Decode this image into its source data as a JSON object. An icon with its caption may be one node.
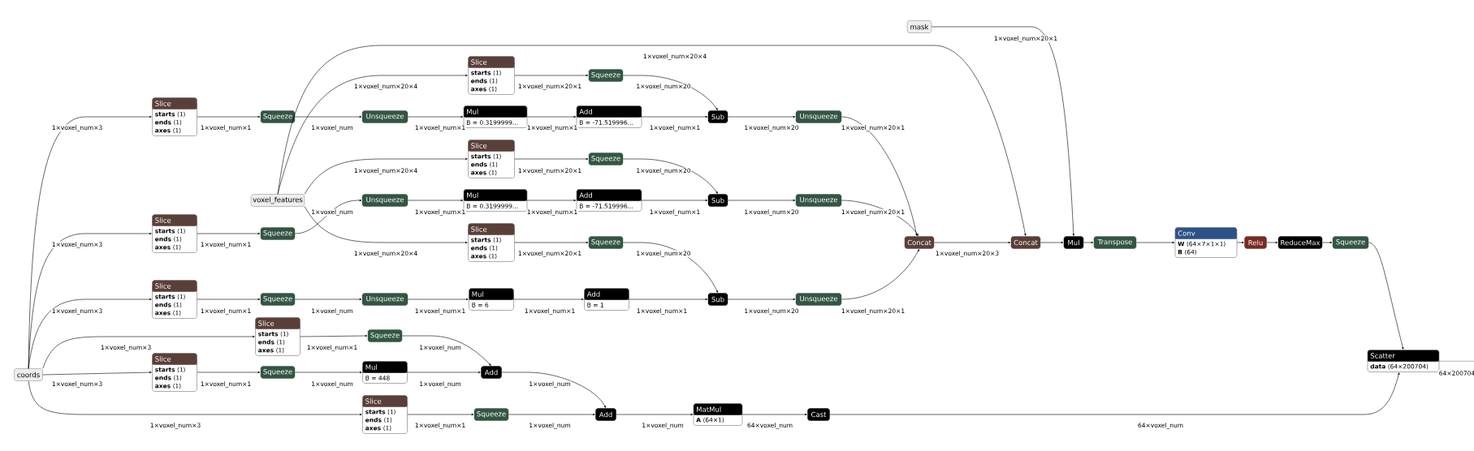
{
  "diagram": {
    "nodes": [
      {
        "text": [
          "coords"
        ]
      },
      {
        "text": [
          "Slice",
          "**starts** ⟨1⟩",
          "**ends** ⟨1⟩",
          "**axes** ⟨1⟩"
        ]
      },
      {
        "text": [
          "Slice",
          "**starts** ⟨1⟩",
          "**ends** ⟨1⟩",
          "**axes** ⟨1⟩"
        ]
      },
      {
        "text": [
          "Slice",
          "**starts** ⟨1⟩",
          "**ends** ⟨1⟩",
          "**axes** ⟨1⟩"
        ]
      },
      {
        "text": [
          "Slice",
          "**starts** ⟨1⟩",
          "**ends** ⟨1⟩",
          "**axes** ⟨1⟩"
        ]
      },
      {
        "text": [
          "Slice",
          "**starts** ⟨1⟩",
          "**ends** ⟨1⟩",
          "**axes** ⟨1⟩"
        ]
      },
      {
        "text": [
          "Slice",
          "**starts** ⟨1⟩",
          "**ends** ⟨1⟩",
          "**axes** ⟨1⟩"
        ]
      },
      {
        "text": [
          "Squeeze"
        ]
      },
      {
        "text": [
          "Squeeze"
        ]
      },
      {
        "text": [
          "Squeeze"
        ]
      },
      {
        "text": [
          "Squeeze"
        ]
      },
      {
        "text": [
          "Squeeze"
        ]
      },
      {
        "text": [
          "Squeeze"
        ]
      },
      {
        "text": [
          "voxel_features"
        ]
      },
      {
        "text": [
          "Unsqueeze"
        ]
      },
      {
        "text": [
          "Unsqueeze"
        ]
      },
      {
        "text": [
          "Unsqueeze"
        ]
      },
      {
        "text": [
          "Mul",
          "B = 0.3199999..."
        ]
      },
      {
        "text": [
          "Mul",
          "B = 0.3199999..."
        ]
      },
      {
        "text": [
          "Mul",
          "B = 6"
        ]
      },
      {
        "text": [
          "Mul",
          "B = 448"
        ]
      },
      {
        "text": [
          "Slice",
          "**starts** ⟨1⟩",
          "**ends** ⟨1⟩",
          "**axes** ⟨1⟩"
        ]
      },
      {
        "text": [
          "Slice",
          "**starts** ⟨1⟩",
          "**ends** ⟨1⟩",
          "**axes** ⟨1⟩"
        ]
      },
      {
        "text": [
          "Slice",
          "**starts** ⟨1⟩",
          "**ends** ⟨1⟩",
          "**axes** ⟨1⟩"
        ]
      },
      {
        "text": [
          "Add"
        ]
      },
      {
        "text": [
          "Squeeze"
        ]
      },
      {
        "text": [
          "Squeeze"
        ]
      },
      {
        "text": [
          "Squeeze"
        ]
      },
      {
        "text": [
          "Add",
          "B = -71.519996..."
        ]
      },
      {
        "text": [
          "Add",
          "B = -71.519996..."
        ]
      },
      {
        "text": [
          "Add",
          "B = 1"
        ]
      },
      {
        "text": [
          "Add"
        ]
      },
      {
        "text": [
          "Sub"
        ]
      },
      {
        "text": [
          "Sub"
        ]
      },
      {
        "text": [
          "Sub"
        ]
      },
      {
        "text": [
          "MatMul",
          "**A** ⟨64×1⟩"
        ]
      },
      {
        "text": [
          "Unsqueeze"
        ]
      },
      {
        "text": [
          "Unsqueeze"
        ]
      },
      {
        "text": [
          "Unsqueeze"
        ]
      },
      {
        "text": [
          "Cast"
        ]
      },
      {
        "text": [
          "mask"
        ]
      },
      {
        "text": [
          "Concat"
        ]
      },
      {
        "text": [
          "Concat"
        ]
      },
      {
        "text": [
          "Mul"
        ]
      },
      {
        "text": [
          "Transpose"
        ]
      },
      {
        "text": [
          "Conv",
          "**W** ⟨64×7×1×1⟩",
          "**B** ⟨64⟩"
        ]
      },
      {
        "text": [
          "Relu"
        ]
      },
      {
        "text": [
          "ReduceMax"
        ]
      },
      {
        "text": [
          "Squeeze"
        ]
      },
      {
        "text": [
          "Scatter",
          "**data** ⟨64×200704⟩"
        ]
      }
    ],
    "edges": [
      {
        "from": 0,
        "to": 1,
        "arrow": "to",
        "label": "1×voxel_num×3"
      },
      {
        "from": 0,
        "to": 2,
        "arrow": "to",
        "label": "1×voxel_num×3"
      },
      {
        "from": 0,
        "to": 3,
        "arrow": "to",
        "label": "1×voxel_num×3"
      },
      {
        "from": 0,
        "to": 4,
        "arrow": "to",
        "label": "1×voxel_num×3"
      },
      {
        "from": 0,
        "to": 5,
        "arrow": "to",
        "label": "1×voxel_num×3"
      },
      {
        "from": 0,
        "to": 6,
        "arrow": "to",
        "label": "1×voxel_num×3"
      },
      {
        "from": 1,
        "to": 7,
        "arrow": "to",
        "label": "1×voxel_num×1"
      },
      {
        "from": 2,
        "to": 8,
        "arrow": "to",
        "label": "1×voxel_num×1"
      },
      {
        "from": 3,
        "to": 9,
        "arrow": "to",
        "label": "1×voxel_num×1"
      },
      {
        "from": 4,
        "to": 10,
        "arrow": "to",
        "label": "1×voxel_num×1"
      },
      {
        "from": 5,
        "to": 11,
        "arrow": "to",
        "label": "1×voxel_num×1"
      },
      {
        "from": 6,
        "to": 12,
        "arrow": "to",
        "label": "1×voxel_num×1"
      },
      {
        "from": 7,
        "to": 14,
        "arrow": "to",
        "label": "1×voxel_num"
      },
      {
        "from": 8,
        "to": 15,
        "arrow": "to",
        "label": "1×voxel_num"
      },
      {
        "from": 9,
        "to": 16,
        "arrow": "to",
        "label": "1×voxel_num"
      },
      {
        "from": 11,
        "to": 20,
        "arrow": "to",
        "label": "1×voxel_num"
      },
      {
        "from": 14,
        "to": 17,
        "arrow": "to",
        "label": "1×voxel_num×1"
      },
      {
        "from": 15,
        "to": 18,
        "arrow": "to",
        "label": "1×voxel_num×1"
      },
      {
        "from": 16,
        "to": 19,
        "arrow": "to",
        "label": "1×voxel_num×1"
      },
      {
        "from": 20,
        "to": 24,
        "arrow": "to",
        "label": "1×voxel_num"
      },
      {
        "from": 10,
        "to": 24,
        "arrow": "to",
        "label": "1×voxel_num"
      },
      {
        "from": 12,
        "to": 31,
        "arrow": "to",
        "label": "1×voxel_num"
      },
      {
        "from": 24,
        "to": 31,
        "arrow": "to",
        "label": "1×voxel_num"
      },
      {
        "from": 13,
        "to": 21,
        "arrow": "to",
        "label": "1×voxel_num×20×4"
      },
      {
        "from": 13,
        "to": 22,
        "arrow": "to",
        "label": "1×voxel_num×20×4"
      },
      {
        "from": 13,
        "to": 23,
        "arrow": "to",
        "label": "1×voxel_num×20×4"
      },
      {
        "from": 13,
        "to": 42,
        "arrow": "to",
        "label": "1×voxel_num×20×4"
      },
      {
        "from": 17,
        "to": 28,
        "arrow": "to",
        "label": "1×voxel_num×1"
      },
      {
        "from": 18,
        "to": 29,
        "arrow": "to",
        "label": "1×voxel_num×1"
      },
      {
        "from": 19,
        "to": 30,
        "arrow": "to",
        "label": "1×voxel_num×1"
      },
      {
        "from": 21,
        "to": 25,
        "arrow": "to",
        "label": "1×voxel_num×20×1"
      },
      {
        "from": 22,
        "to": 26,
        "arrow": "to",
        "label": "1×voxel_num×20×1"
      },
      {
        "from": 23,
        "to": 27,
        "arrow": "to",
        "label": "1×voxel_num×20×1"
      },
      {
        "from": 25,
        "to": 32,
        "arrow": "to",
        "label": "1×voxel_num×20"
      },
      {
        "from": 26,
        "to": 33,
        "arrow": "to",
        "label": "1×voxel_num×20"
      },
      {
        "from": 27,
        "to": 34,
        "arrow": "to",
        "label": "1×voxel_num×20"
      },
      {
        "from": 28,
        "to": 32,
        "arrow": "to",
        "label": "1×voxel_num×1"
      },
      {
        "from": 29,
        "to": 33,
        "arrow": "to",
        "label": "1×voxel_num×1"
      },
      {
        "from": 30,
        "to": 34,
        "arrow": "to",
        "label": "1×voxel_num×1"
      },
      {
        "from": 32,
        "to": 36,
        "arrow": "to",
        "label": "1×voxel_num×20"
      },
      {
        "from": 33,
        "to": 37,
        "arrow": "to",
        "label": "1×voxel_num×20"
      },
      {
        "from": 34,
        "to": 38,
        "arrow": "to",
        "label": "1×voxel_num×20"
      },
      {
        "from": 36,
        "to": 41,
        "arrow": "to",
        "label": "1×voxel_num×20×1"
      },
      {
        "from": 37,
        "to": 41,
        "arrow": "to",
        "label": "1×voxel_num×20×1"
      },
      {
        "from": 38,
        "to": 41,
        "arrow": "to",
        "label": "1×voxel_num×20×1"
      },
      {
        "from": 31,
        "to": 35,
        "arrow": "to",
        "label": "1×voxel_num"
      },
      {
        "from": 35,
        "to": 39,
        "arrow": "to",
        "label": "64×voxel_num"
      },
      {
        "from": 39,
        "to": 49,
        "arrow": "to",
        "label": "64×voxel_num"
      },
      {
        "from": 41,
        "to": 42,
        "arrow": "to",
        "label": "1×voxel_num×20×3"
      },
      {
        "from": 42,
        "to": 43,
        "arrow": "to"
      },
      {
        "from": 40,
        "to": 43,
        "arrow": "to",
        "label": "1×voxel_num×20×1"
      },
      {
        "from": 43,
        "to": 44,
        "arrow": "to"
      },
      {
        "from": 44,
        "to": 45,
        "arrow": "to"
      },
      {
        "from": 45,
        "to": 46,
        "arrow": "to"
      },
      {
        "from": 46,
        "to": 47,
        "arrow": "to"
      },
      {
        "from": 47,
        "to": 48,
        "arrow": "to"
      },
      {
        "from": 48,
        "to": 49,
        "arrow": "to"
      },
      {
        "from": 49,
        "to": null,
        "arrow": "none",
        "label": "64×200704"
      }
    ]
  }
}
